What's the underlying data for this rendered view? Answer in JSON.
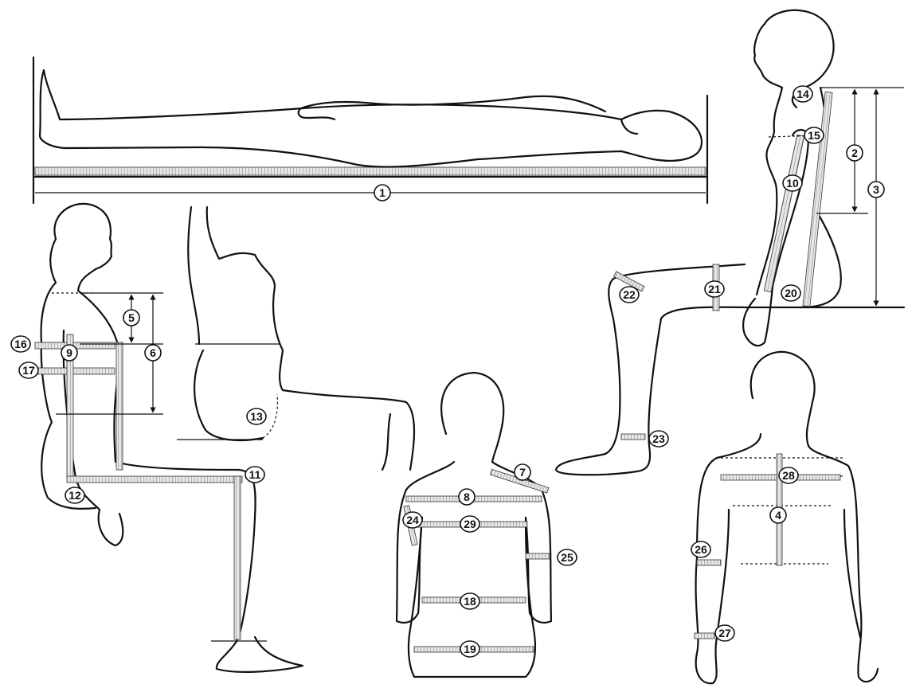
{
  "measurement_labels": [
    "1",
    "2",
    "3",
    "4",
    "5",
    "6",
    "7",
    "8",
    "9",
    "10",
    "11",
    "12",
    "13",
    "14",
    "15",
    "16",
    "17",
    "18",
    "19",
    "20",
    "21",
    "22",
    "23",
    "24",
    "25",
    "26",
    "27",
    "28",
    "29"
  ],
  "colors": {
    "line": "#111111",
    "tape": "#9a9a9a",
    "background": "#ffffff"
  }
}
